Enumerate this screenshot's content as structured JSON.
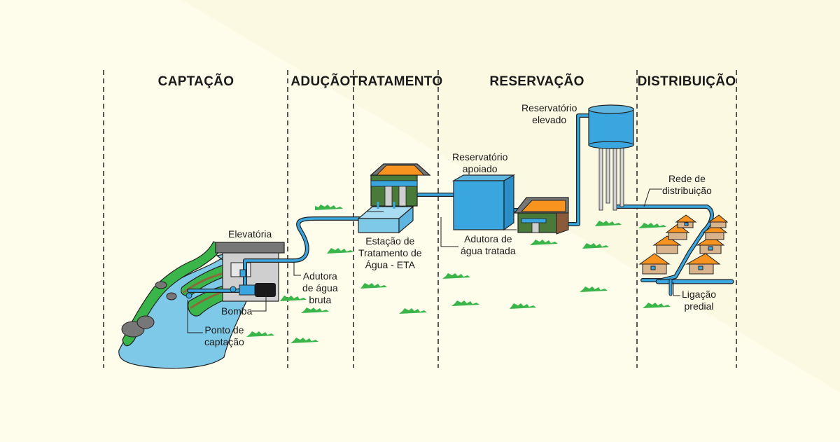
{
  "stages": {
    "captacao": "CAPTAÇÃO",
    "aducao": "ADUÇÃO",
    "tratamento": "TRATAMENTO",
    "reservacao": "RESERVAÇÃO",
    "distribuicao": "DISTRIBUIÇÃO"
  },
  "labels": {
    "elevatoria": "Elevatória",
    "bomba": "Bomba",
    "ponto_captacao": [
      "Ponto de",
      "captação"
    ],
    "adutora_bruta": [
      "Adutora",
      "de água",
      "bruta"
    ],
    "eta": [
      "Estação de",
      "Tratamento de",
      "Água - ETA"
    ],
    "res_apoiado": [
      "Reservatório",
      "apoiado"
    ],
    "adutora_tratada": [
      "Adutora de",
      "água tratada"
    ],
    "res_elevado": [
      "Reservatório",
      "elevado"
    ],
    "rede": [
      "Rede de",
      "distribuição"
    ],
    "ligacao": [
      "Ligação",
      "predial"
    ]
  },
  "colors": {
    "background": "#fefcea",
    "water": "#7ec8e8",
    "pipe": "#3aa6e0",
    "grass": "#3ab54a",
    "roof": "#f7931e",
    "building_green": "#4a7a3a",
    "concrete": "#8a8a8a"
  }
}
